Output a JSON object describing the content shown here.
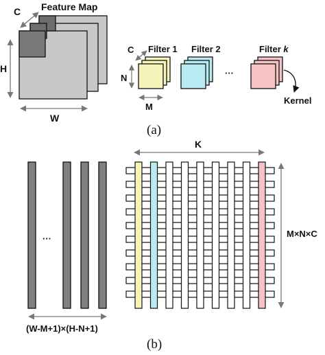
{
  "figure": {
    "panel_a": {
      "feature_map": {
        "title": "Feature Map",
        "channel_label": "C",
        "height_label": "H",
        "width_label": "W"
      },
      "filters": {
        "channel_label": "C",
        "height_label": "N",
        "width_label": "M",
        "filter_1_label": "Filter 1",
        "filter_2_label": "Filter 2",
        "filter_k_prefix": "Filter ",
        "filter_k_var": "k",
        "ellipsis": "···",
        "kernel_label": "Kernel",
        "colors": {
          "filter_1": "#f6f4b8",
          "filter_2": "#b8ecf2",
          "filter_k": "#f6c2c4"
        }
      },
      "caption": "(a)"
    },
    "panel_b": {
      "input_matrix": {
        "ellipsis": "···",
        "width_label": "(W-M+1)×(H-N+1)",
        "column_color": "#808080"
      },
      "kernel_matrix": {
        "width_label": "K",
        "height_label": "M×N×C",
        "highlight_colors": [
          "#f6f4b8",
          "#b8ecf2",
          "#f6c2c4"
        ]
      },
      "caption": "(b)"
    }
  }
}
